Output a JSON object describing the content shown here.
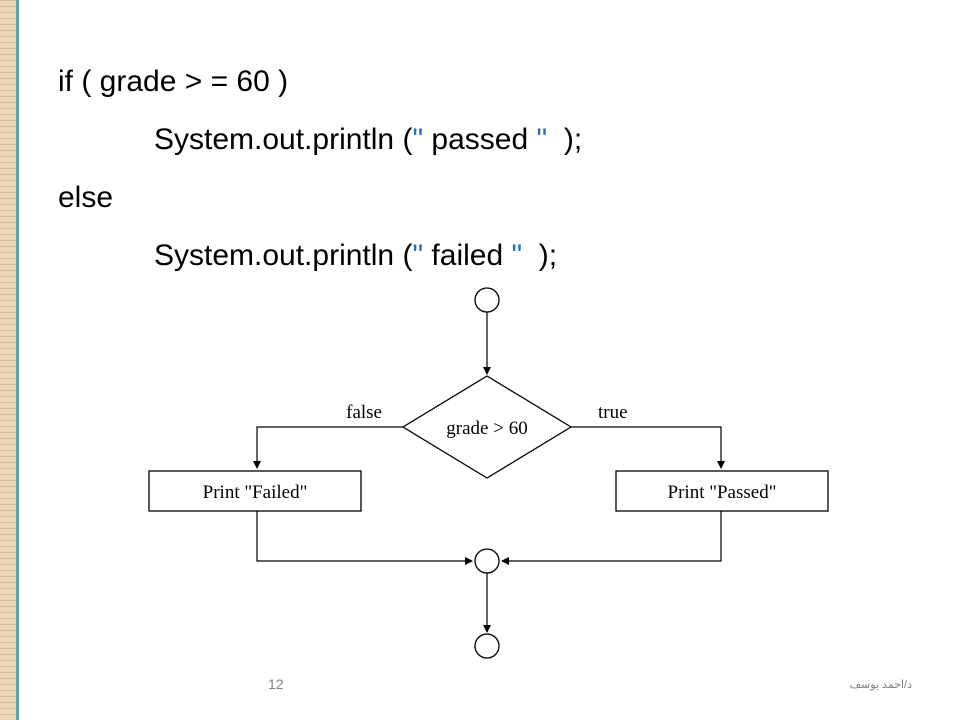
{
  "code": {
    "line1": "if ( grade > = 60 )",
    "line2_pre": "System.out.println (",
    "line2_quote_open": "\"",
    "line2_text": " passed ",
    "line2_quote_close": "\"",
    "line2_post": "  );",
    "line3": "else",
    "line4_pre": "System.out.println (",
    "line4_quote_open": "\"",
    "line4_text": " failed ",
    "line4_quote_close": "\"",
    "line4_post": "  );"
  },
  "flowchart": {
    "decision_label": "grade > 60",
    "false_label": "false",
    "true_label": "true",
    "failed_box_label": "Print \"Failed\"",
    "passed_box_label": "Print \"Passed\""
  },
  "footer": {
    "page_number": "12",
    "author": "د/احمد يوسف"
  }
}
